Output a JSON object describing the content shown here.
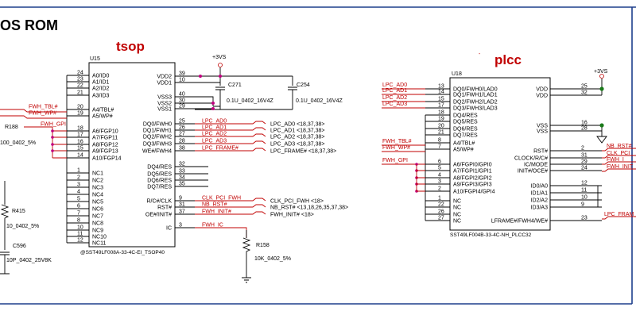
{
  "title": "OS ROM",
  "tsop": {
    "label": "tsop",
    "ref": "U15",
    "part": "@SST49LF008A-33-4C-EI_TSOP40",
    "left_pins": [
      {
        "name": "A0/ID0",
        "num": "24"
      },
      {
        "name": "A1/ID1",
        "num": "23"
      },
      {
        "name": "A2/ID2",
        "num": "22"
      },
      {
        "name": "A3/ID3",
        "num": "21"
      },
      {
        "name": "A4/TBL#",
        "num": "20"
      },
      {
        "name": "A5/WP#",
        "num": "19"
      },
      {
        "name": "A6/FGP10",
        "num": "18"
      },
      {
        "name": "A7/FGP11",
        "num": "17"
      },
      {
        "name": "A8/FGP12",
        "num": "16"
      },
      {
        "name": "A9/FGP13",
        "num": "15"
      },
      {
        "name": "A10/FGP14",
        "num": "14"
      },
      {
        "name": "NC1",
        "num": "1"
      },
      {
        "name": "NC2",
        "num": "2"
      },
      {
        "name": "NC3",
        "num": "3"
      },
      {
        "name": "NC4",
        "num": "4"
      },
      {
        "name": "NC5",
        "num": "5"
      },
      {
        "name": "NC6",
        "num": "6"
      },
      {
        "name": "NC7",
        "num": "7"
      },
      {
        "name": "NC8",
        "num": "8"
      },
      {
        "name": "NC9",
        "num": "10"
      },
      {
        "name": "NC10",
        "num": "11"
      },
      {
        "name": "NC11",
        "num": "12"
      }
    ],
    "right_pins": [
      {
        "name": "VDD2",
        "num": "39"
      },
      {
        "name": "VDD1",
        "num": "10"
      },
      {
        "name": "VSS3",
        "num": "40"
      },
      {
        "name": "VSS2",
        "num": "30"
      },
      {
        "name": "VSS1",
        "num": "29"
      },
      {
        "name": "DQ0/FWH0",
        "num": "25"
      },
      {
        "name": "DQ1/FWH1",
        "num": "26"
      },
      {
        "name": "DQ2/FWH2",
        "num": "27"
      },
      {
        "name": "DQ3/FWH3",
        "num": "28"
      },
      {
        "name": "WE#/FWH4",
        "num": "38"
      },
      {
        "name": "DQ4/RES",
        "num": "32"
      },
      {
        "name": "DQ5/RES",
        "num": "33"
      },
      {
        "name": "DQ6/RES",
        "num": "34"
      },
      {
        "name": "DQ7/RES",
        "num": "35"
      },
      {
        "name": "R/C#/CLK",
        "num": "9"
      },
      {
        "name": "RST#",
        "num": "31"
      },
      {
        "name": "OE#/INIT#",
        "num": "37"
      },
      {
        "name": "IC",
        "num": "3"
      }
    ],
    "in_nets": [
      "FWH_TBL#",
      "FWH_WP#",
      "FWH_GPI"
    ],
    "out_nets": [
      {
        "name": "LPC_AD0",
        "ref": "LPC_AD0 <18,37,38>"
      },
      {
        "name": "LPC_AD1",
        "ref": "LPC_AD1 <18,37,38>"
      },
      {
        "name": "LPC_AD2",
        "ref": "LPC_AD2 <18,37,38>"
      },
      {
        "name": "LPC_AD3",
        "ref": "LPC_AD3 <18,37,38>"
      },
      {
        "name": "LPC_FRAME#",
        "ref": "LPC_FRAME# <18,37,38>"
      }
    ],
    "ctrl_nets": [
      {
        "name": "CLK_PCI_FWH",
        "ref": "CLK_PCI_FWH <18>"
      },
      {
        "name": "NB_RST#",
        "ref": "NB_RST# <13,18,26,35,37,38>"
      },
      {
        "name": "FWH_INIT#",
        "ref": "FWH_INIT# <18>"
      },
      {
        "name": "FWH_IC",
        "ref": ""
      }
    ]
  },
  "plcc": {
    "label": "plcc",
    "ref": "U18",
    "part": "SST49LF004B-33-4C-NH_PLCC32",
    "left_pins": [
      {
        "name": "DQ0/FWH0/LAD0",
        "num": "13"
      },
      {
        "name": "DQ1/FWH1/LAD1",
        "num": "14"
      },
      {
        "name": "DQ2/FWH2/LAD2",
        "num": "15"
      },
      {
        "name": "DQ3/FWH3/LAD3",
        "num": "17"
      },
      {
        "name": "DQ4/RES",
        "num": "18"
      },
      {
        "name": "DQ5/RES",
        "num": "19"
      },
      {
        "name": "DQ6/RES",
        "num": "20"
      },
      {
        "name": "DQ7/RES",
        "num": "21"
      },
      {
        "name": "A4/TBL#",
        "num": "8"
      },
      {
        "name": "A5/WP#",
        "num": "7"
      },
      {
        "name": "A6/FGPI0/GPI0",
        "num": "6"
      },
      {
        "name": "A7/FGPI1/GPI1",
        "num": "5"
      },
      {
        "name": "A8/FGPI2/GPI2",
        "num": "4"
      },
      {
        "name": "A9/FGPI3/GPI3",
        "num": "3"
      },
      {
        "name": "A10/FGPI4/GPI4",
        "num": "2"
      },
      {
        "name": "NC",
        "num": "1"
      },
      {
        "name": "NC",
        "num": "22"
      },
      {
        "name": "NC",
        "num": "26"
      },
      {
        "name": "NC",
        "num": "27"
      }
    ],
    "right_pins": [
      {
        "name": "VDD",
        "num": "25"
      },
      {
        "name": "VDD",
        "num": "32"
      },
      {
        "name": "VSS",
        "num": "16"
      },
      {
        "name": "VSS",
        "num": "28"
      },
      {
        "name": "RST#",
        "num": "2"
      },
      {
        "name": "CLOCK/R/C#",
        "num": "31"
      },
      {
        "name": "IC/MODE",
        "num": "29"
      },
      {
        "name": "INIT#/OCE#",
        "num": "24"
      },
      {
        "name": "ID0/A0",
        "num": "12"
      },
      {
        "name": "ID1/A1",
        "num": "11"
      },
      {
        "name": "ID2/A2",
        "num": "10"
      },
      {
        "name": "ID3/A3",
        "num": "9"
      },
      {
        "name": "LFRAME#/FWH4/WE#",
        "num": "23"
      }
    ],
    "in_nets": [
      "LPC_AD0",
      "LPC_AD1",
      "LPC_AD2",
      "LPC_AD3",
      "FWH_TBL#",
      "FWH_WP#",
      "FWH_GPI"
    ],
    "out_nets": [
      "NB_RST#",
      "CLK_PCI",
      "FWH_I",
      "FWH_INIT",
      "LPC_FRAM"
    ]
  },
  "power": {
    "rail": "+3VS",
    "rail2": "+3VS",
    "rail3": "+3VS"
  },
  "components": {
    "c271": "C271",
    "c271_val": "0.1U_0402_16V4Z",
    "c254": "C254",
    "c254_val": "0.1U_0402_16V4Z",
    "r158": "R158",
    "r158_val": "10K_0402_5%",
    "r415": "R415",
    "r415_val": "10_0402_5%",
    "c596": "C596",
    "c596_val": "10P_0402_25V8K",
    "r188": "R188",
    "r188_val": "100_0402_5%"
  },
  "colors": {
    "frame": "#1d3e8c",
    "net_red": "#c00000",
    "junction": "#c0007f",
    "gnd_green": "#1a7a1a"
  }
}
